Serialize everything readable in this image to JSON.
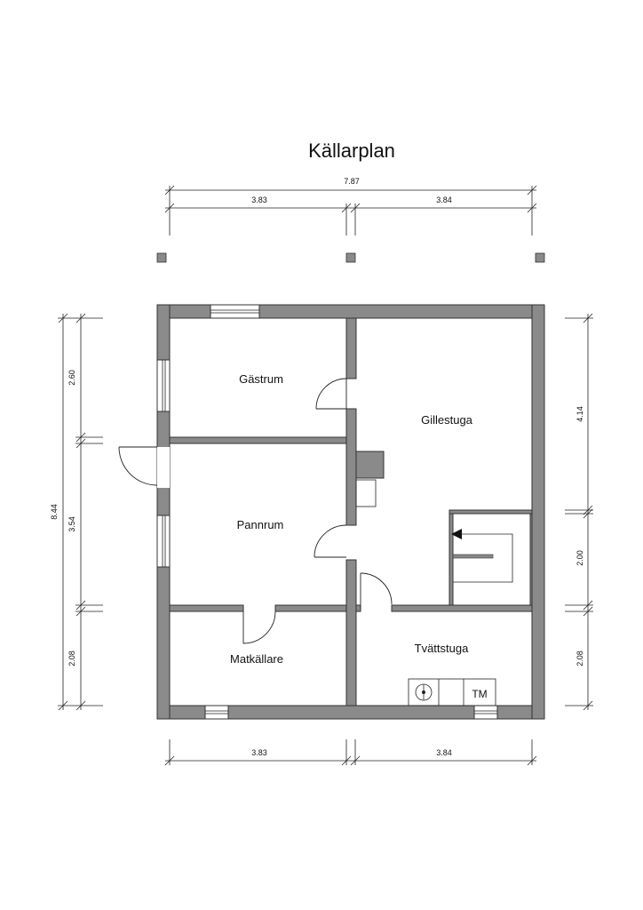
{
  "title": "Källarplan",
  "dimensions": {
    "top_total": "7.87",
    "top_left": "3.83",
    "top_right": "3.84",
    "bottom_left": "3.83",
    "bottom_right": "3.84",
    "left_total": "8.44",
    "left_upper": "2.60",
    "left_middle": "3.54",
    "left_lower": "2.08",
    "right_upper": "4.14",
    "right_middle": "2.00",
    "right_lower": "2.08"
  },
  "rooms": {
    "gastrum": "Gästrum",
    "gillestuga": "Gillestuga",
    "pannrum": "Pannrum",
    "matkallare": "Matkällare",
    "tvattstuga": "Tvättstuga"
  },
  "appliances": {
    "tm": "TM"
  },
  "colors": {
    "wall": "#8a8a8a",
    "line": "#222222"
  }
}
